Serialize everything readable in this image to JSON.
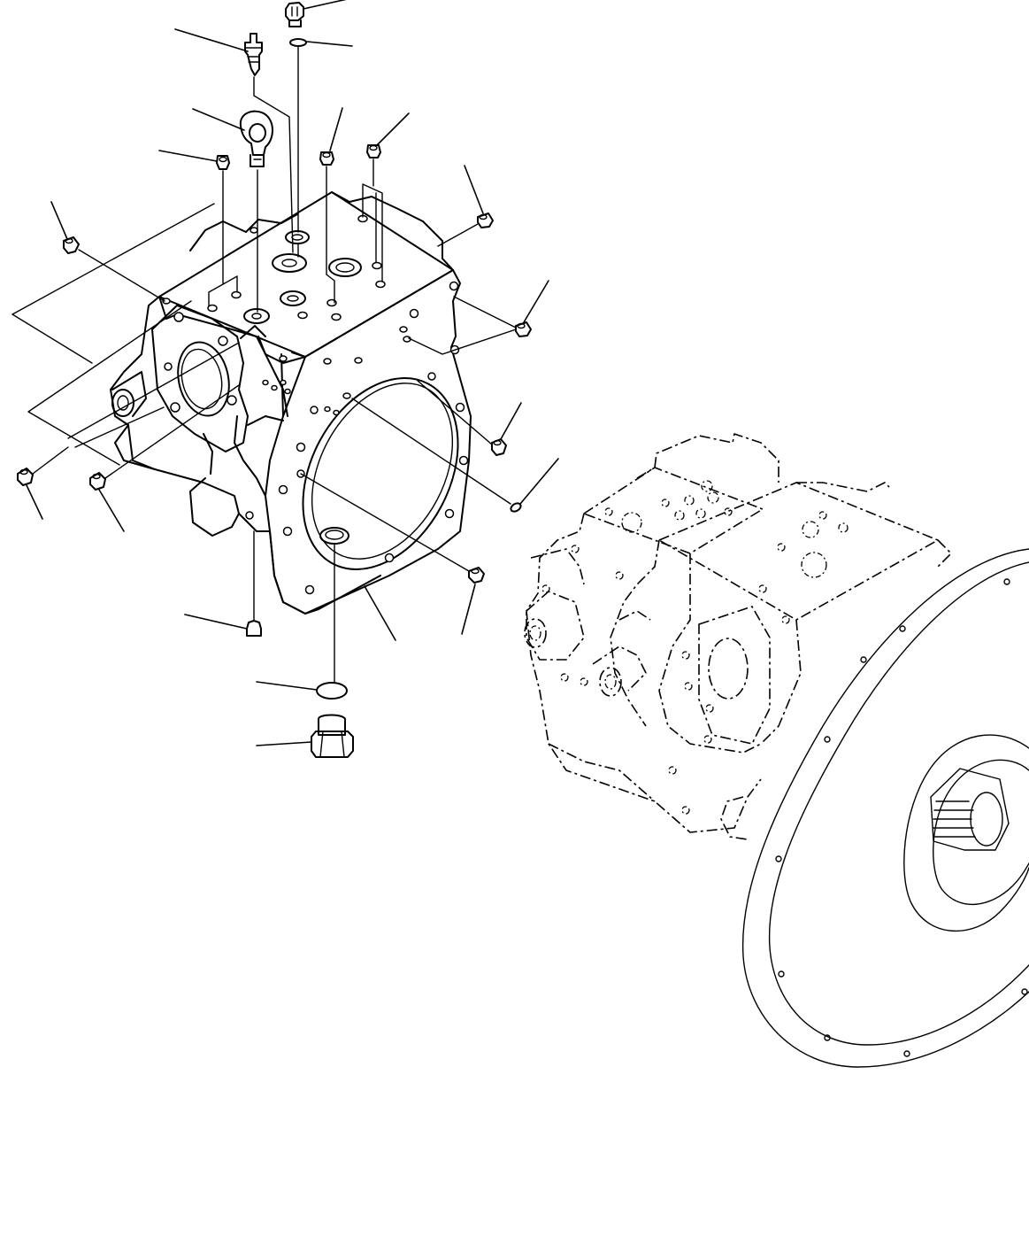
{
  "diagram": {
    "parts": [
      {
        "name": "pump-case",
        "kind": "housing"
      },
      {
        "name": "plug-top",
        "kind": "plug"
      },
      {
        "name": "o-ring-top",
        "kind": "o-ring"
      },
      {
        "name": "air-bleeder",
        "kind": "valve"
      },
      {
        "name": "eye-bolt",
        "kind": "lifting-eye"
      },
      {
        "name": "drain-plug",
        "kind": "plug"
      },
      {
        "name": "o-ring-drain",
        "kind": "o-ring"
      }
    ],
    "reference_assembly": "pump-assembly-dashed"
  }
}
